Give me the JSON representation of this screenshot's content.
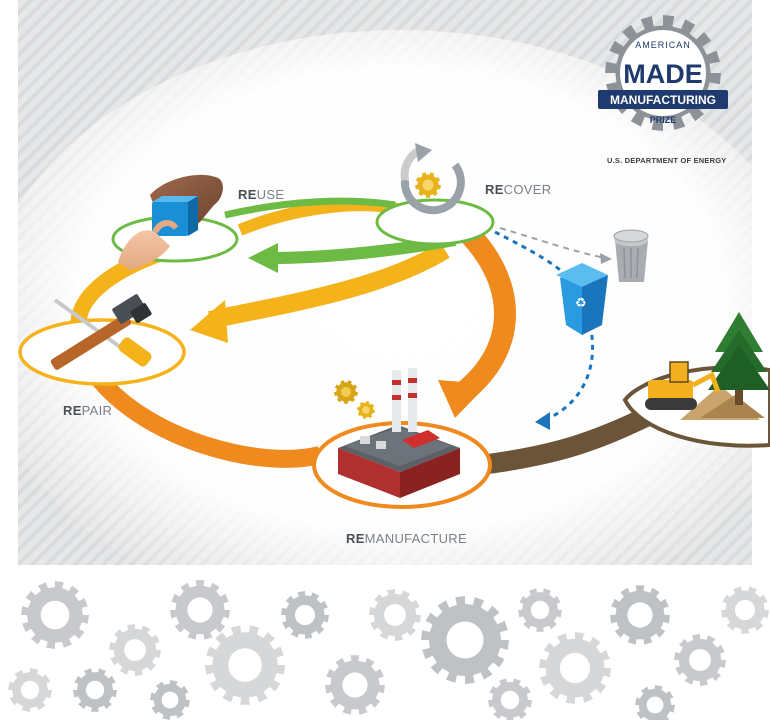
{
  "logo": {
    "line1": "AMERICAN",
    "line2": "MADE",
    "line3": "MANUFACTURING",
    "line4": "PRIZE",
    "department": "U.S. DEPARTMENT OF ENERGY"
  },
  "stages": [
    {
      "prefix": "RE",
      "suffix": "USE",
      "icon": "hand-holding-block-icon"
    },
    {
      "prefix": "RE",
      "suffix": "COVER",
      "icon": "recycle-gear-icon"
    },
    {
      "prefix": "RE",
      "suffix": "PAIR",
      "icon": "hammer-screwdriver-icon"
    },
    {
      "prefix": "RE",
      "suffix": "MANUFACTURE",
      "icon": "factory-icon"
    }
  ],
  "extras": {
    "recycle_bin": "recycle-bin-icon",
    "trash_can": "trash-can-icon",
    "raw_materials": "bulldozer-tree-icon",
    "footer": "gear-pattern"
  },
  "colors": {
    "green": "#6dbb45",
    "yellow": "#f4b21b",
    "orange": "#ef8a1f",
    "brown": "#6b5437",
    "blue": "#1b75bc",
    "gray": "#c9cbcd"
  }
}
